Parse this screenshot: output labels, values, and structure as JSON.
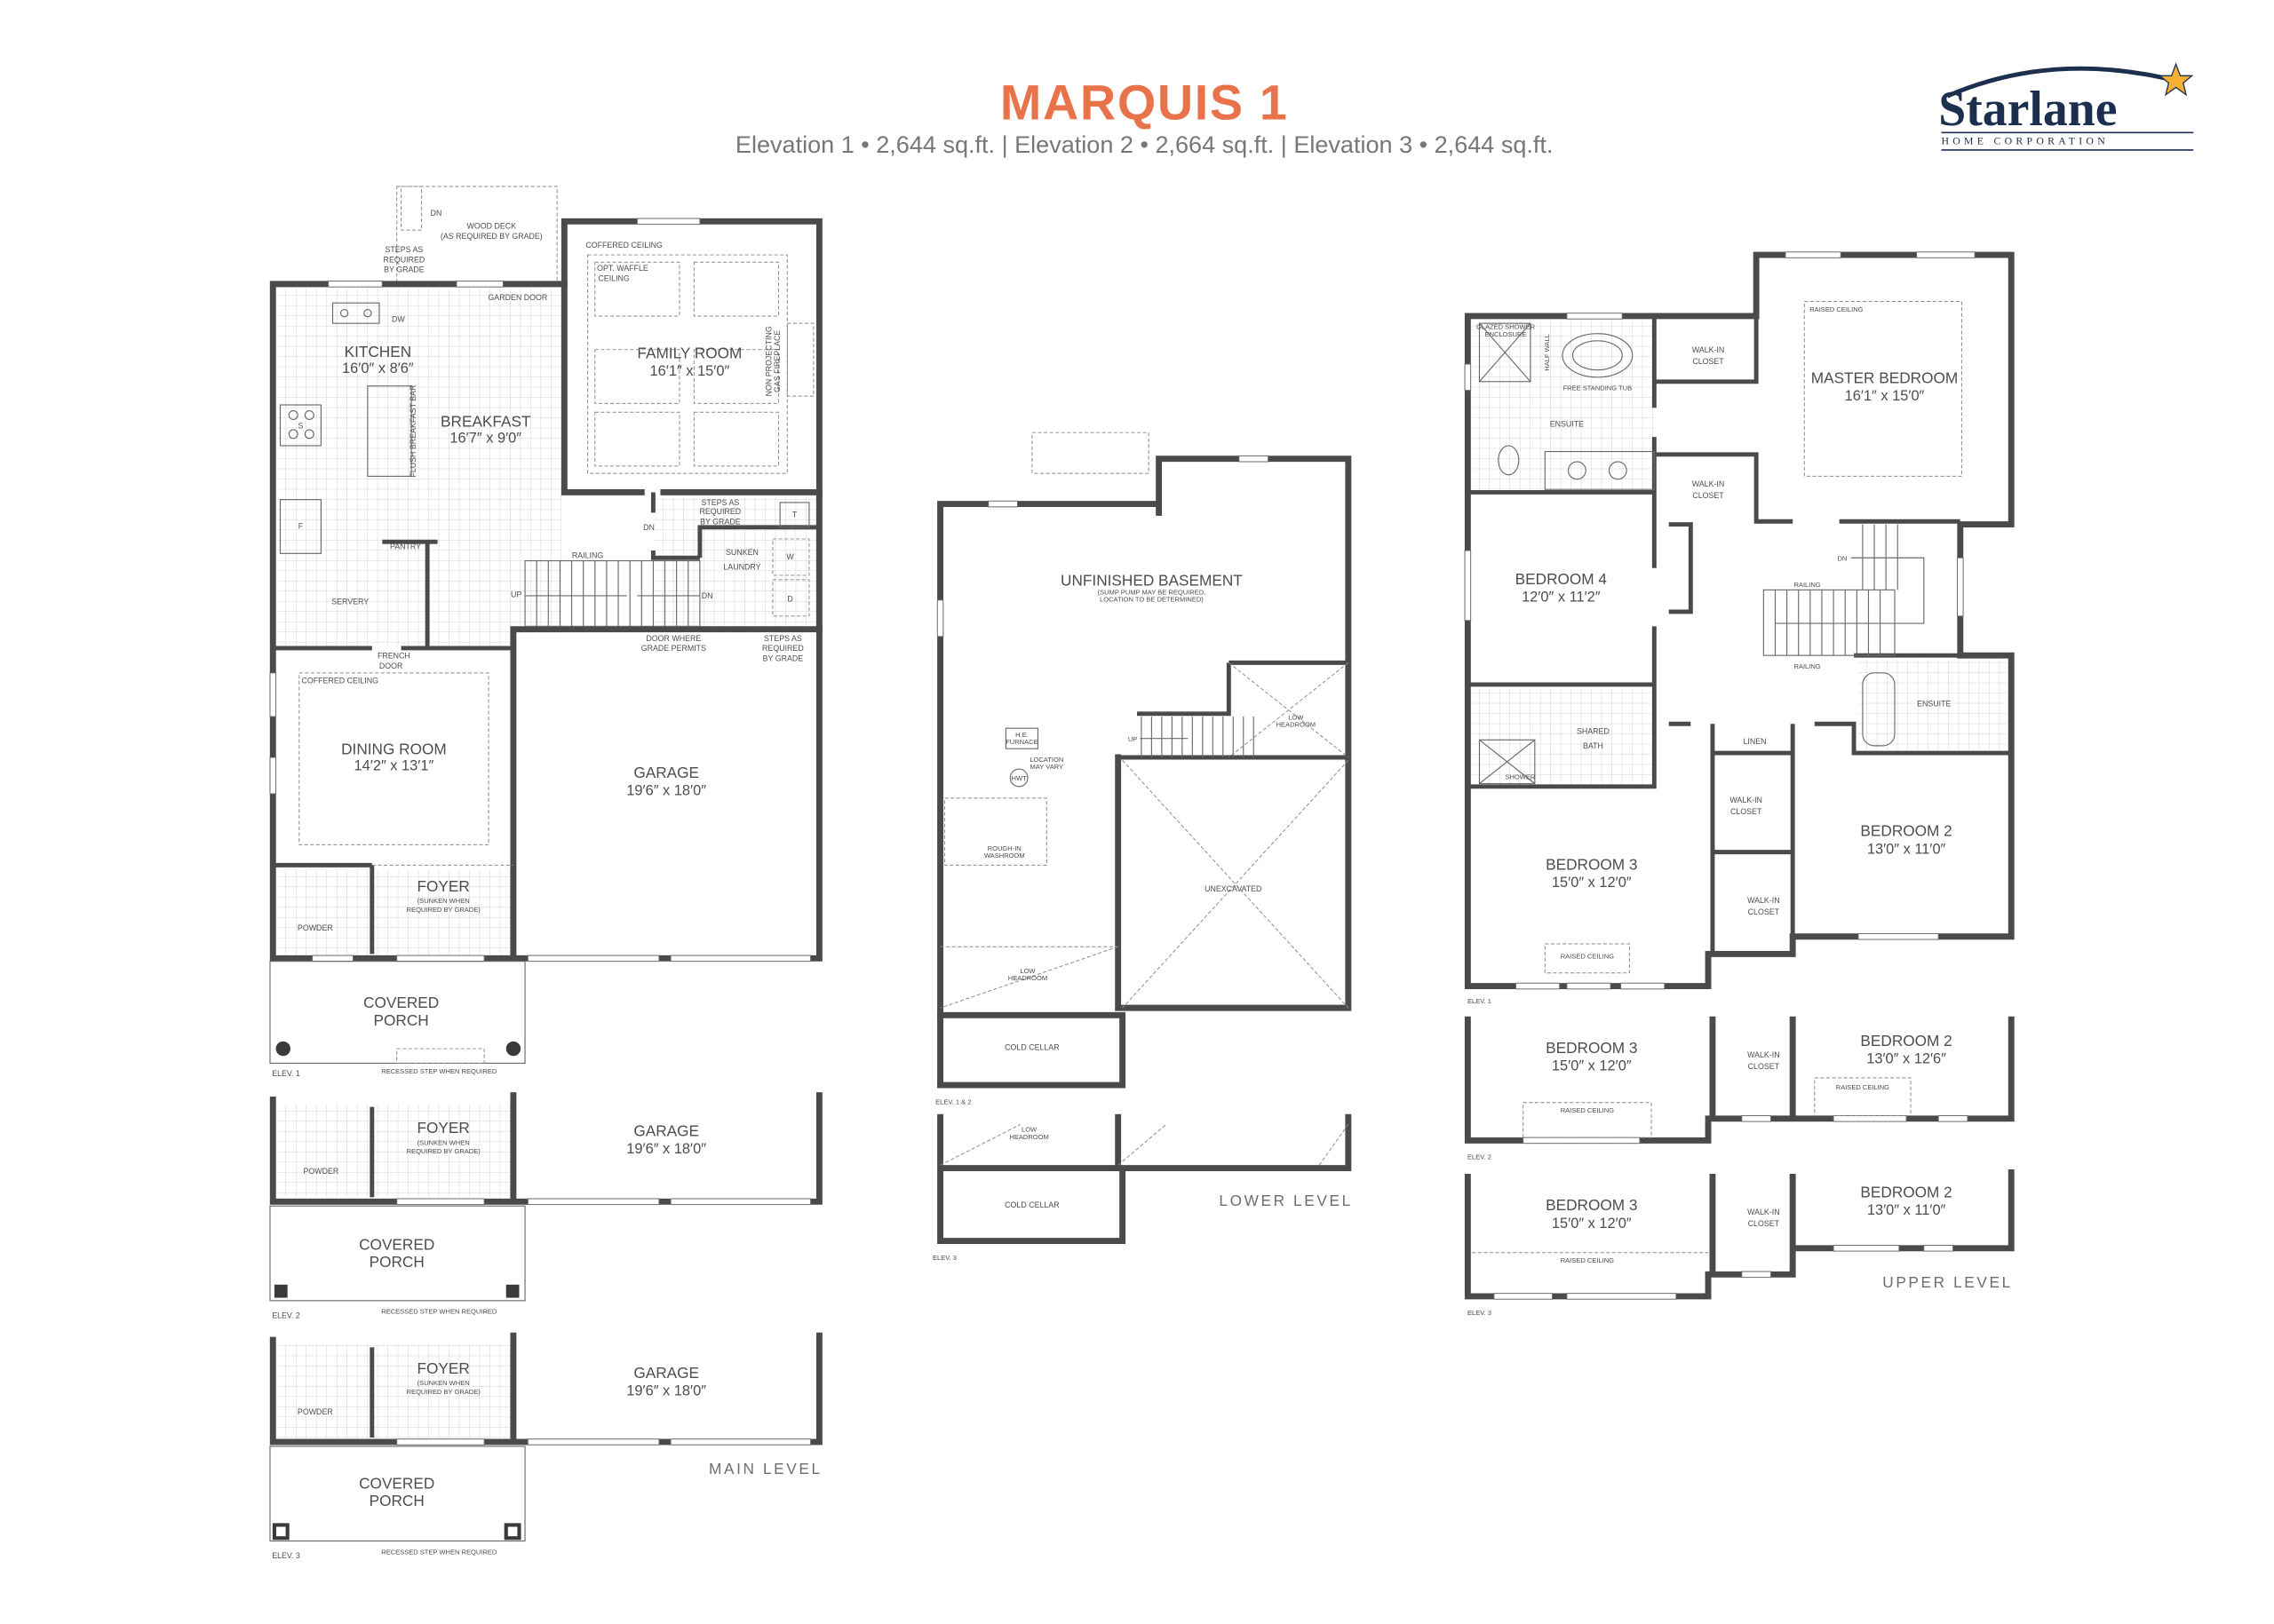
{
  "header": {
    "title": "MARQUIS 1",
    "subtitle": "Elevation 1 • 2,644 sq.ft. | Elevation 2 • 2,664 sq.ft. | Elevation 3 • 2,644 sq.ft."
  },
  "logo": {
    "name": "Starlane",
    "tagline": "HOME CORPORATION"
  },
  "colors": {
    "title": "#e8734a",
    "wall": "#4a4a4d",
    "logo": "#1c2f4f",
    "star": "#f2b134"
  },
  "main_level": {
    "label": "MAIN LEVEL",
    "rooms": {
      "kitchen": {
        "name": "KITCHEN",
        "dims": "16′0″ x 8′6″"
      },
      "family": {
        "name": "FAMILY ROOM",
        "dims": "16′1″ x 15′0″"
      },
      "breakfast": {
        "name": "BREAKFAST",
        "dims": "16′7″ x 9′0″"
      },
      "dining": {
        "name": "DINING ROOM",
        "dims": "14′2″ x 13′1″"
      },
      "garage": {
        "name": "GARAGE",
        "dims": "19′6″ x 18′0″"
      },
      "foyer": {
        "name": "FOYER",
        "note1": "(SUNKEN WHEN",
        "note2": "REQUIRED BY GRADE)"
      },
      "powder": {
        "name": "POWDER"
      },
      "servery": {
        "name": "SERVERY"
      },
      "pantry": {
        "name": "PANTRY"
      },
      "laundry": {
        "line1": "SUNKEN",
        "line2": "LAUNDRY"
      },
      "porch": {
        "line1": "COVERED",
        "line2": "PORCH"
      }
    },
    "notes": {
      "wood_deck": "WOOD DECK",
      "wood_deck_sub": "(AS REQUIRED BY GRADE)",
      "dn": "DN",
      "up": "UP",
      "steps1": "STEPS AS",
      "steps2": "REQUIRED",
      "steps3": "BY GRADE",
      "garden_door": "GARDEN DOOR",
      "coffered": "COFFERED CEILING",
      "waffle1": "OPT. WAFFLE",
      "waffle2": "CEILING",
      "breakfast_bar": "FLUSH BREAKFAST BAR",
      "fireplace1": "NON PROJECTING",
      "fireplace2": "GAS FIREPLACE",
      "dw": "DW",
      "stove": "S",
      "fridge": "F",
      "tub": "T",
      "washer": "W",
      "dryer": "D",
      "railing": "RAILING",
      "door_grade1": "DOOR WHERE",
      "door_grade2": "GRADE PERMITS",
      "french1": "FRENCH",
      "french2": "DOOR",
      "recessed": "RECESSED STEP WHEN REQUIRED"
    },
    "elevations": [
      "ELEV. 1",
      "ELEV. 2",
      "ELEV. 3"
    ]
  },
  "lower_level": {
    "label": "LOWER LEVEL",
    "basement": "UNFINISHED BASEMENT",
    "sump1": "(SUMP PUMP MAY BE REQUIRED,",
    "sump2": "LOCATION TO BE DETERMINED)",
    "furnace1": "H.E.",
    "furnace2": "FURNACE",
    "location1": "LOCATION",
    "location2": "MAY VARY",
    "hwt": "HWT",
    "washroom1": "ROUGH-IN",
    "washroom2": "WASHROOM",
    "up": "UP",
    "low1": "LOW",
    "low2": "HEADROOM",
    "unexcavated": "UNEXCAVATED",
    "cold_cellar": "COLD CELLAR",
    "elev12": "ELEV. 1 & 2",
    "elev3": "ELEV. 3"
  },
  "upper_level": {
    "label": "UPPER LEVEL",
    "rooms": {
      "master": {
        "name": "MASTER BEDROOM",
        "dims": "16′1″ x 15′0″"
      },
      "bed4": {
        "name": "BEDROOM 4",
        "dims": "12′0″ x 11′2″"
      },
      "bed3": {
        "name": "BEDROOM 3",
        "dims": "15′0″ x 12′0″"
      },
      "bed2": {
        "name": "BEDROOM 2",
        "dims": "13′0″ x 11′0″"
      },
      "bed2_elev2": {
        "name": "BEDROOM 2",
        "dims": "13′0″ x 12′6″"
      },
      "ensuite": "ENSUITE",
      "shared1": "SHARED",
      "shared2": "BATH",
      "linen": "LINEN",
      "wic1": "WALK-IN",
      "wic2": "CLOSET"
    },
    "notes": {
      "glazed1": "GLAZED SHOWER",
      "glazed2": "ENCLOSURE",
      "half_wall": "HALF WALL",
      "tub": "FREE STANDING TUB",
      "raised": "RAISED CEILING",
      "dn": "DN",
      "railing": "RAILING",
      "shower": "SHOWER"
    },
    "elevations": [
      "ELEV. 1",
      "ELEV. 2",
      "ELEV. 3"
    ]
  }
}
